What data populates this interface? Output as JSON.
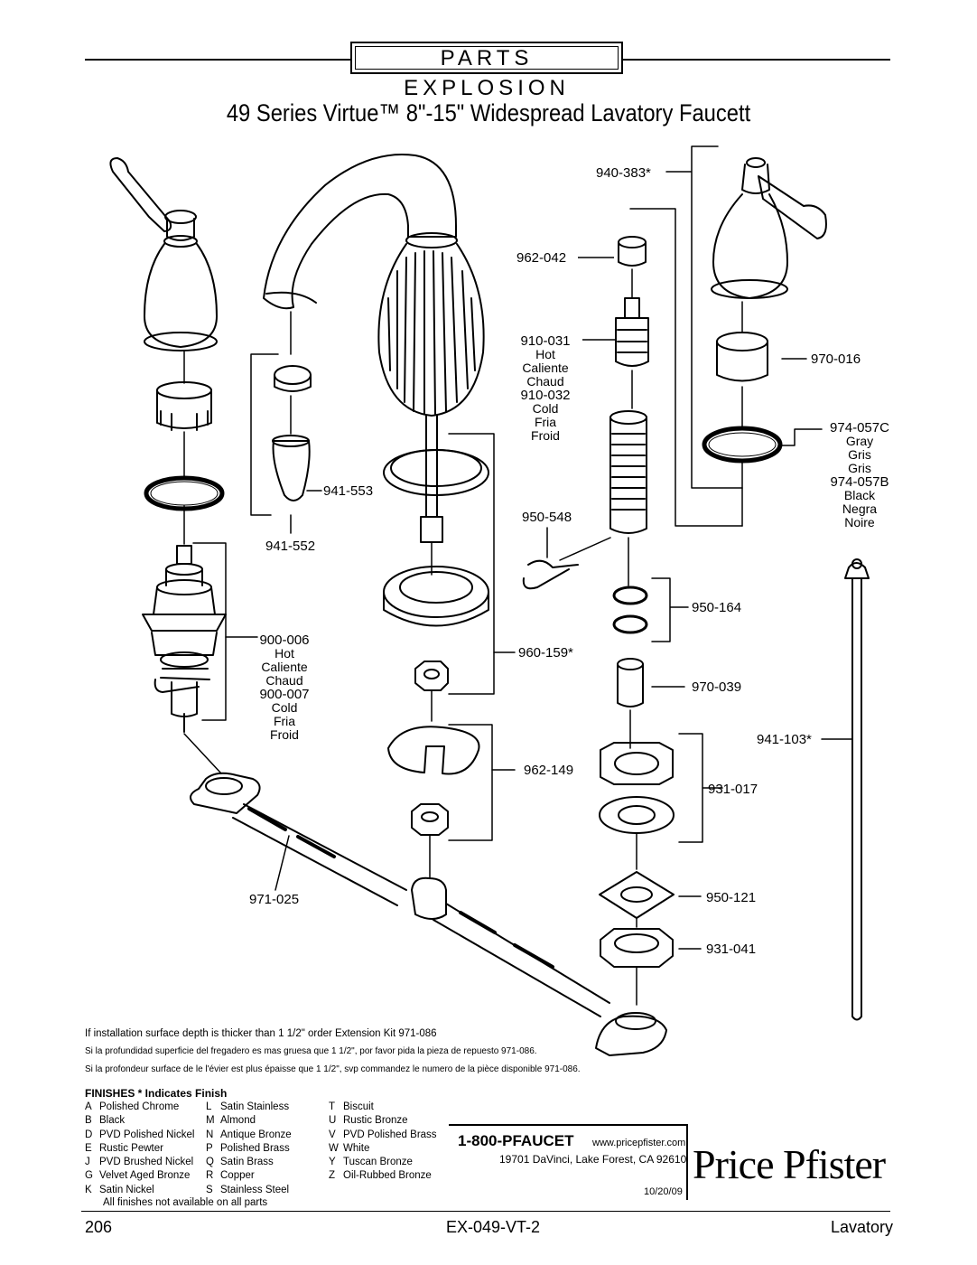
{
  "header": {
    "banner": "PARTS EXPLOSION",
    "title": "49 Series Virtue™  8\"-15\" Widespread Lavatory Faucett"
  },
  "parts": {
    "p940_383": "940-383*",
    "p962_042": "962-042",
    "p910_031": "910-031",
    "p910_031_hot": "Hot",
    "p910_031_caliente": "Caliente",
    "p910_031_chaud": "Chaud",
    "p910_032": "910-032",
    "p910_032_cold": "Cold",
    "p910_032_fria": "Fria",
    "p910_032_froid": "Froid",
    "p970_016": "970-016",
    "p974_057c": "974-057C",
    "p974_057c_gray": "Gray",
    "p974_057c_gris1": "Gris",
    "p974_057c_gris2": "Gris",
    "p974_057b": "974-057B",
    "p974_057b_black": "Black",
    "p974_057b_negra": "Negra",
    "p974_057b_noire": "Noire",
    "p941_553": "941-553",
    "p941_552": "941-552",
    "p950_548": "950-548",
    "p950_164": "950-164",
    "p900_006": "900-006",
    "p900_006_hot": "Hot",
    "p900_006_caliente": "Caliente",
    "p900_006_chaud": "Chaud",
    "p900_007": "900-007",
    "p900_007_cold": "Cold",
    "p900_007_fria": "Fria",
    "p900_007_froid": "Froid",
    "p960_159": "960-159*",
    "p970_039": "970-039",
    "p941_103": "941-103*",
    "p962_149": "962-149",
    "p931_017": "931-017",
    "p971_025": "971-025",
    "p950_121": "950-121",
    "p931_041": "931-041"
  },
  "notes": {
    "en": "If installation surface depth is thicker than 1 1/2\" order Extension Kit 971-086",
    "es": "Si la profundidad superficie del fregadero es mas gruesa que 1 1/2\", por favor pida la pieza de repuesto 971-086.",
    "fr": "Si la profondeur surface de le l'évier est plus épaisse que 1 1/2\", svp commandez le numero de la pièce disponible 971-086."
  },
  "finishes": {
    "title": "FINISHES * Indicates Finish",
    "col1": [
      {
        "code": "A",
        "name": "Polished Chrome"
      },
      {
        "code": "B",
        "name": "Black"
      },
      {
        "code": "D",
        "name": "PVD Polished Nickel"
      },
      {
        "code": "E",
        "name": "Rustic Pewter"
      },
      {
        "code": "J",
        "name": "PVD Brushed Nickel"
      },
      {
        "code": "G",
        "name": "Velvet Aged Bronze"
      },
      {
        "code": "K",
        "name": "Satin Nickel"
      }
    ],
    "col2": [
      {
        "code": "L",
        "name": "Satin Stainless"
      },
      {
        "code": "M",
        "name": "Almond"
      },
      {
        "code": "N",
        "name": "Antique Bronze"
      },
      {
        "code": "P",
        "name": "Polished Brass"
      },
      {
        "code": "Q",
        "name": "Satin Brass"
      },
      {
        "code": "R",
        "name": "Copper"
      },
      {
        "code": "S",
        "name": "Stainless Steel"
      }
    ],
    "col3": [
      {
        "code": "T",
        "name": "Biscuit"
      },
      {
        "code": "U",
        "name": "Rustic Bronze"
      },
      {
        "code": "V",
        "name": "PVD Polished Brass"
      },
      {
        "code": "W",
        "name": "White"
      },
      {
        "code": "Y",
        "name": "Tuscan Bronze"
      },
      {
        "code": "Z",
        "name": "Oil-Rubbed Bronze"
      }
    ],
    "footnote": "All finishes not available on all parts"
  },
  "contact": {
    "phone": "1-800-PFAUCET",
    "web": "www.pricepfister.com",
    "address": "19701 DaVinci, Lake Forest, CA  92610",
    "date": "10/20/09",
    "brand": "Price Pfister"
  },
  "footer": {
    "page": "206",
    "code": "EX-049-VT-2",
    "category": "Lavatory"
  }
}
